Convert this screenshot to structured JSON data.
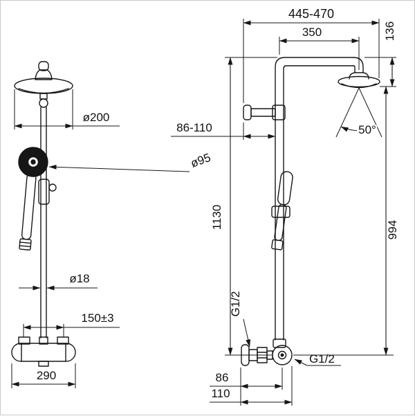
{
  "page": {
    "background": "#ffffff",
    "line_color": "#161616",
    "kind": "shower-system-dimension-drawing"
  },
  "front_view": {
    "head_diameter": "ø200",
    "hand_shower_diameter": "ø95",
    "rail_diameter": "ø18",
    "connection_spacing": "150±3",
    "mixer_width": "290"
  },
  "side_view": {
    "reach_range": "445-470",
    "arm_projection": "350",
    "head_drop": "136",
    "wall_bracket_range": "86-110",
    "total_height": "1130",
    "riser_height": "994",
    "spray_angle": "50°",
    "riser_thread": "G1/2",
    "outlet_thread": "G1/2",
    "inlet_depth": "86",
    "handle_depth": "110"
  }
}
